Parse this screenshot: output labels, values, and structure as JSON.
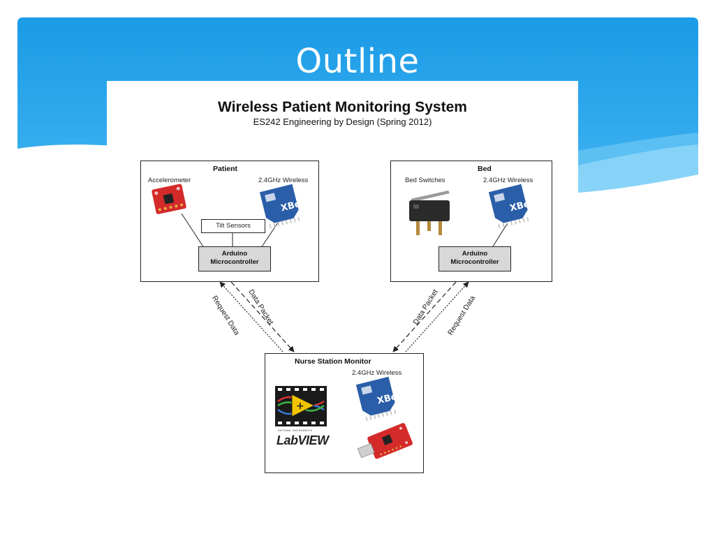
{
  "slide": {
    "title": "Outline"
  },
  "figure": {
    "title": "Wireless Patient Monitoring System",
    "subtitle": "ES242 Engineering by Design (Spring 2012)",
    "patient": {
      "title": "Patient",
      "accelerometer": "Accelerometer",
      "wireless": "2.4GHz Wireless",
      "tilt": "Tilt Sensors",
      "mcu_line1": "Arduino",
      "mcu_line2": "Microcontroller"
    },
    "bed": {
      "title": "Bed",
      "switches": "Bed Switches",
      "wireless": "2.4GHz Wireless",
      "mcu_line1": "Arduino",
      "mcu_line2": "Microcontroller"
    },
    "nurse": {
      "title": "Nurse Station Monitor",
      "wireless": "2.4GHz Wireless",
      "labview": "LabVIEW",
      "ni": "NATIONAL INSTRUMENTS"
    },
    "links": {
      "request_left": "Request Data",
      "packet_left": "Data Packet",
      "packet_right": "Data Packet",
      "request_right": "Request Data"
    },
    "xbee_text": "XBee"
  },
  "colors": {
    "banner_top": "#1a9be6",
    "banner_bottom": "#3aaff0",
    "wave": "#7fd0f7",
    "xbee_blue": "#2a5ea8",
    "board_red": "#d42a2a",
    "mcu_fill": "#d8d8d8"
  }
}
